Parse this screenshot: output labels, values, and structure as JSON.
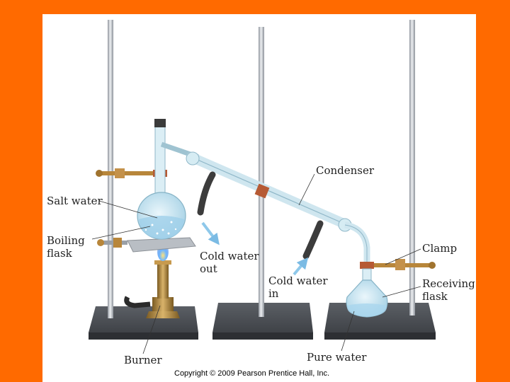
{
  "labels": {
    "condenser": "Condenser",
    "salt_water": "Salt water",
    "boiling_flask_1": "Boiling",
    "boiling_flask_2": "flask",
    "clamp": "Clamp",
    "cold_water_out_1": "Cold water",
    "cold_water_out_2": "out",
    "cold_water_in_1": "Cold water",
    "cold_water_in_2": "in",
    "receiving_flask_1": "Receiving",
    "receiving_flask_2": "flask",
    "burner": "Burner",
    "pure_water": "Pure water"
  },
  "copyright": "Copyright © 2009 Pearson Prentice Hall, Inc.",
  "colors": {
    "border": "#ff6a00",
    "background": "#ffffff",
    "base": "#4a4d52",
    "rod": "#c8ccd2",
    "clamp": "#b8863a",
    "tube": "#3c3c3c",
    "glass": "#cfe6ef",
    "water": "#bfe0f2",
    "arrow": "#8ec8ea",
    "cork": "#b65a34"
  }
}
